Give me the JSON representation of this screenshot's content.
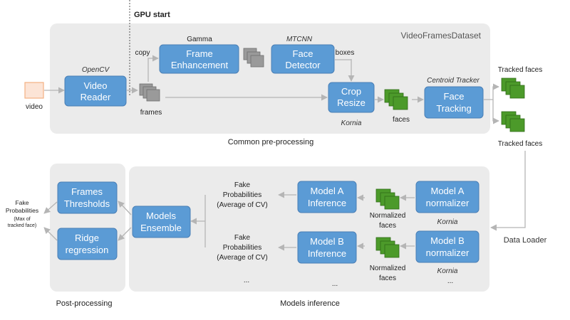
{
  "diagram": {
    "gpu_start": "GPU start",
    "dataset_label": "VideoFramesDataset",
    "common_label": "Common pre-processing",
    "data_loader": "Data Loader",
    "post_label": "Post-processing",
    "models_label": "Models inference",
    "video_label": "video",
    "opencv_label": "OpenCV",
    "video_reader": [
      "Video",
      "Reader"
    ],
    "frames_label": "frames",
    "copy_label": "copy",
    "gamma_label": "Gamma",
    "frame_enhancement": [
      "Frame",
      "Enhancement"
    ],
    "mtcnn_label": "MTCNN",
    "face_detector": [
      "Face",
      "Detector"
    ],
    "boxes_label": "boxes",
    "crop_resize": [
      "Crop",
      "Resize"
    ],
    "kornia_label": "Kornia",
    "faces_label": "faces",
    "centroid_label": "Centroid Tracker",
    "face_tracking": [
      "Face",
      "Tracking"
    ],
    "tracked_top": "Tracked faces",
    "tracked_bottom": "Tracked faces",
    "model_a_normalizer": [
      "Model A",
      "normalizer"
    ],
    "kornia_a": "Kornia",
    "normalized_a": [
      "Normalized",
      "faces"
    ],
    "model_a_inference": [
      "Model A",
      "Inference"
    ],
    "fake_prob_a": [
      "Fake",
      "Probabilities",
      "(Average of CV)"
    ],
    "model_b_normalizer": [
      "Model B",
      "normalizer"
    ],
    "kornia_b": "Kornia",
    "normalized_b": [
      "Normalized",
      "faces"
    ],
    "model_b_inference": [
      "Model B",
      "Inference"
    ],
    "fake_prob_b": [
      "Fake",
      "Probabilities",
      "(Average of CV)"
    ],
    "dots": "...",
    "models_ensemble": [
      "Models",
      "Ensemble"
    ],
    "frames_thresholds": [
      "Frames",
      "Thresholds"
    ],
    "ridge_regression": [
      "Ridge",
      "regression"
    ],
    "final_output": [
      "Fake",
      "Probabilities",
      "(Max of",
      "tracked face)"
    ]
  },
  "colors": {
    "box_fill": "#5b9bd5",
    "face_green": "#4c9a2a",
    "region_gray": "#ebebeb",
    "video_orange": "#fce4d6"
  }
}
